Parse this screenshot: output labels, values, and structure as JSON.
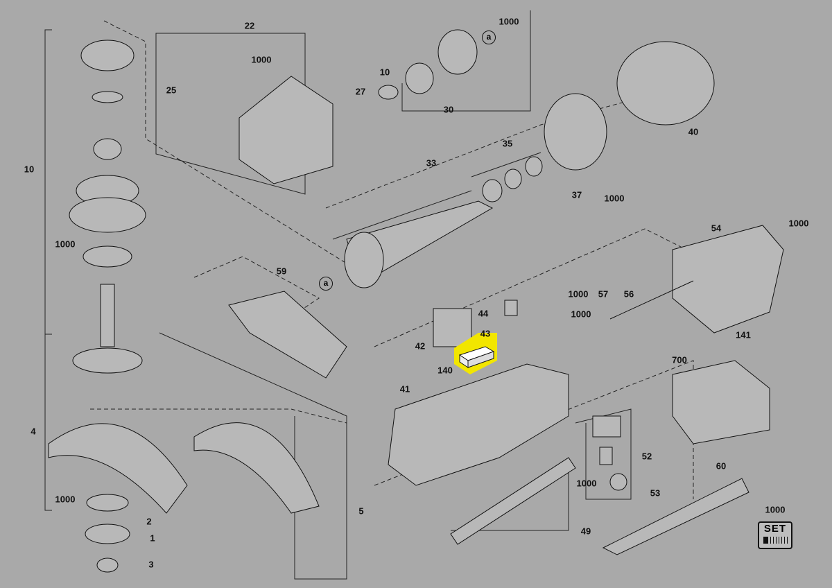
{
  "diagram": {
    "title": "Angle grinder exploded parts diagram",
    "highlight_color": "#f2e600",
    "background_color": "#a9a9a9",
    "callouts": [
      "22",
      "1000",
      "25",
      "10",
      "27",
      "30",
      "40",
      "35",
      "33",
      "37",
      "1000",
      "10",
      "54",
      "1000",
      "59",
      "44",
      "1000",
      "57",
      "56",
      "1000",
      "42",
      "43",
      "140",
      "141",
      "700",
      "41",
      "4",
      "52",
      "1000",
      "53",
      "60",
      "1000",
      "2",
      "1",
      "3",
      "5",
      "49",
      "1000",
      "1000",
      "1000"
    ],
    "reference_marks": [
      "a",
      "a"
    ],
    "set_label": "SET",
    "highlighted_part": "43"
  }
}
